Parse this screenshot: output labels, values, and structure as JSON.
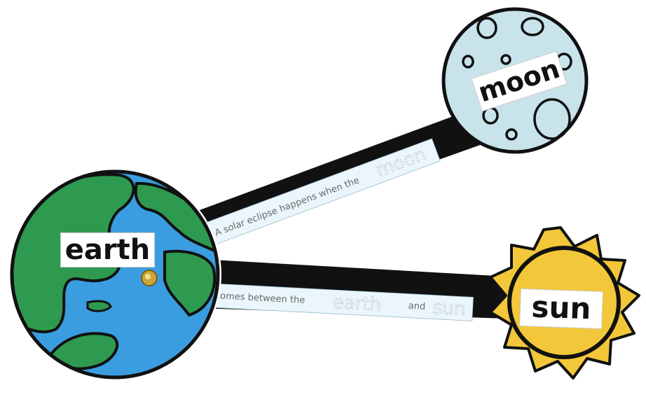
{
  "labels": {
    "earth": "earth",
    "moon": "moon",
    "sun": "sun"
  },
  "strips": {
    "top": {
      "text": "A solar eclipse happens when the",
      "trace_word": "moon"
    },
    "bottom": {
      "text_1": "comes between the",
      "trace_word_1": "earth",
      "text_2": "and",
      "trace_word_2": "sun"
    }
  },
  "colors": {
    "ocean": "#3a9de0",
    "land": "#2e9a4f",
    "moon": "#c8e3ea",
    "sun": "#f2c73a",
    "arm": "#111111",
    "strip": "#eaf6fb",
    "brad": "#c9a63a"
  }
}
